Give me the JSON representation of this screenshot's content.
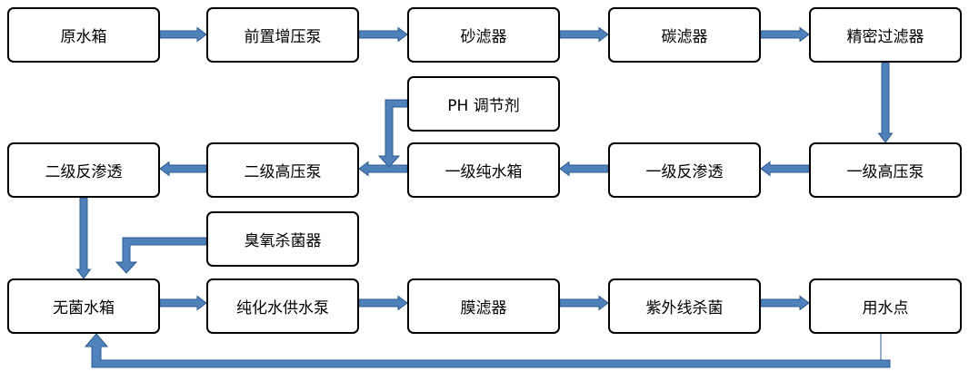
{
  "nodes": {
    "raw_tank": "原水箱",
    "pre_booster_pump": "前置增压泵",
    "sand_filter": "砂滤器",
    "carbon_filter": "碳滤器",
    "precision_filter": "精密过滤器",
    "stage1_hp_pump": "一级高压泵",
    "stage1_ro": "一级反渗透",
    "stage1_pure_tank": "一级纯水箱",
    "ph_regulator": "PH 调节剂",
    "stage2_hp_pump": "二级高压泵",
    "stage2_ro": "二级反渗透",
    "ozone_sterilizer": "臭氧杀菌器",
    "sterile_tank": "无菌水箱",
    "pure_supply_pump": "纯化水供水泵",
    "membrane_filter": "膜滤器",
    "uv_sterilizer": "紫外线杀菌",
    "use_point": "用水点"
  },
  "colors": {
    "arrow_fill": "#4f81bd",
    "arrow_stroke": "#2f5a8c",
    "box_border": "#000000"
  }
}
